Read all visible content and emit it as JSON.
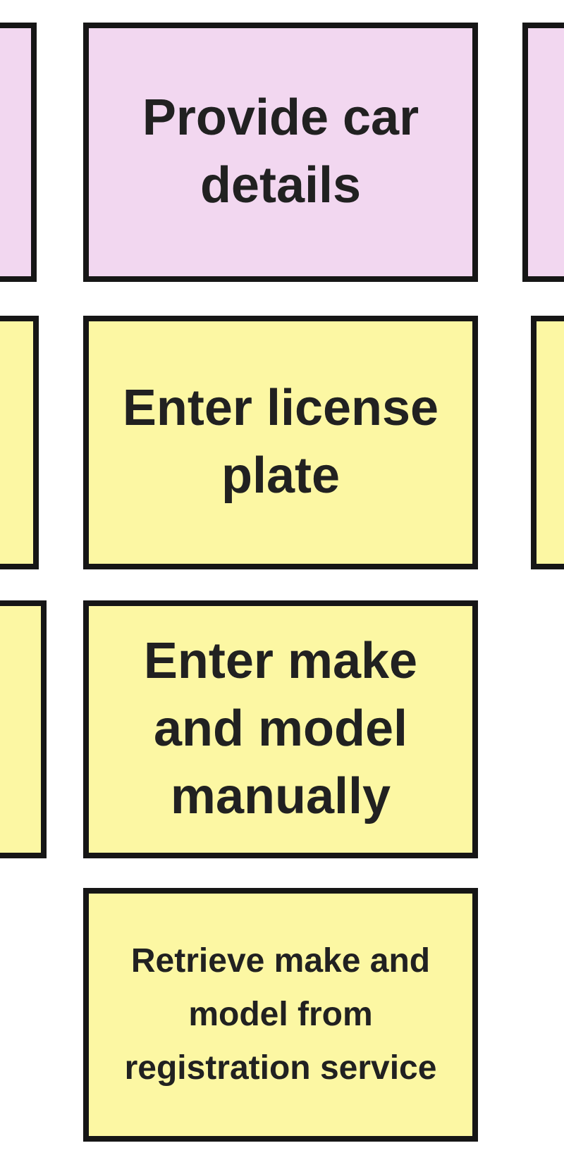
{
  "colors": {
    "card_pink": "#f2d7f0",
    "card_yellow": "#fcf7a3",
    "card_border": "#161616",
    "card_text": "#212121",
    "canvas_background": "#ffffff"
  },
  "cards": [
    {
      "name": "provide-car-details",
      "color": "pink",
      "label": "Provide car\ndetails"
    },
    {
      "name": "enter-license-plate",
      "color": "yellow",
      "label": "Enter license\nplate"
    },
    {
      "name": "enter-make-and-model-manually",
      "color": "yellow",
      "label": "Enter make\nand model\nmanually"
    },
    {
      "name": "retrieve-make-and-model-from-registration-service",
      "color": "yellow",
      "label": "Retrieve make and\nmodel from\nregistration service"
    }
  ],
  "partial_cards": [
    {
      "name": "partial-card-row1-left",
      "color": "pink",
      "edge": "left",
      "label": ""
    },
    {
      "name": "partial-card-row1-right",
      "color": "pink",
      "edge": "right",
      "label": ""
    },
    {
      "name": "partial-card-row2-left",
      "color": "yellow",
      "edge": "left",
      "label": ""
    },
    {
      "name": "partial-card-row2-right",
      "color": "yellow",
      "edge": "right",
      "label": ""
    },
    {
      "name": "partial-card-row3-left",
      "color": "yellow",
      "edge": "left",
      "label": ""
    }
  ]
}
